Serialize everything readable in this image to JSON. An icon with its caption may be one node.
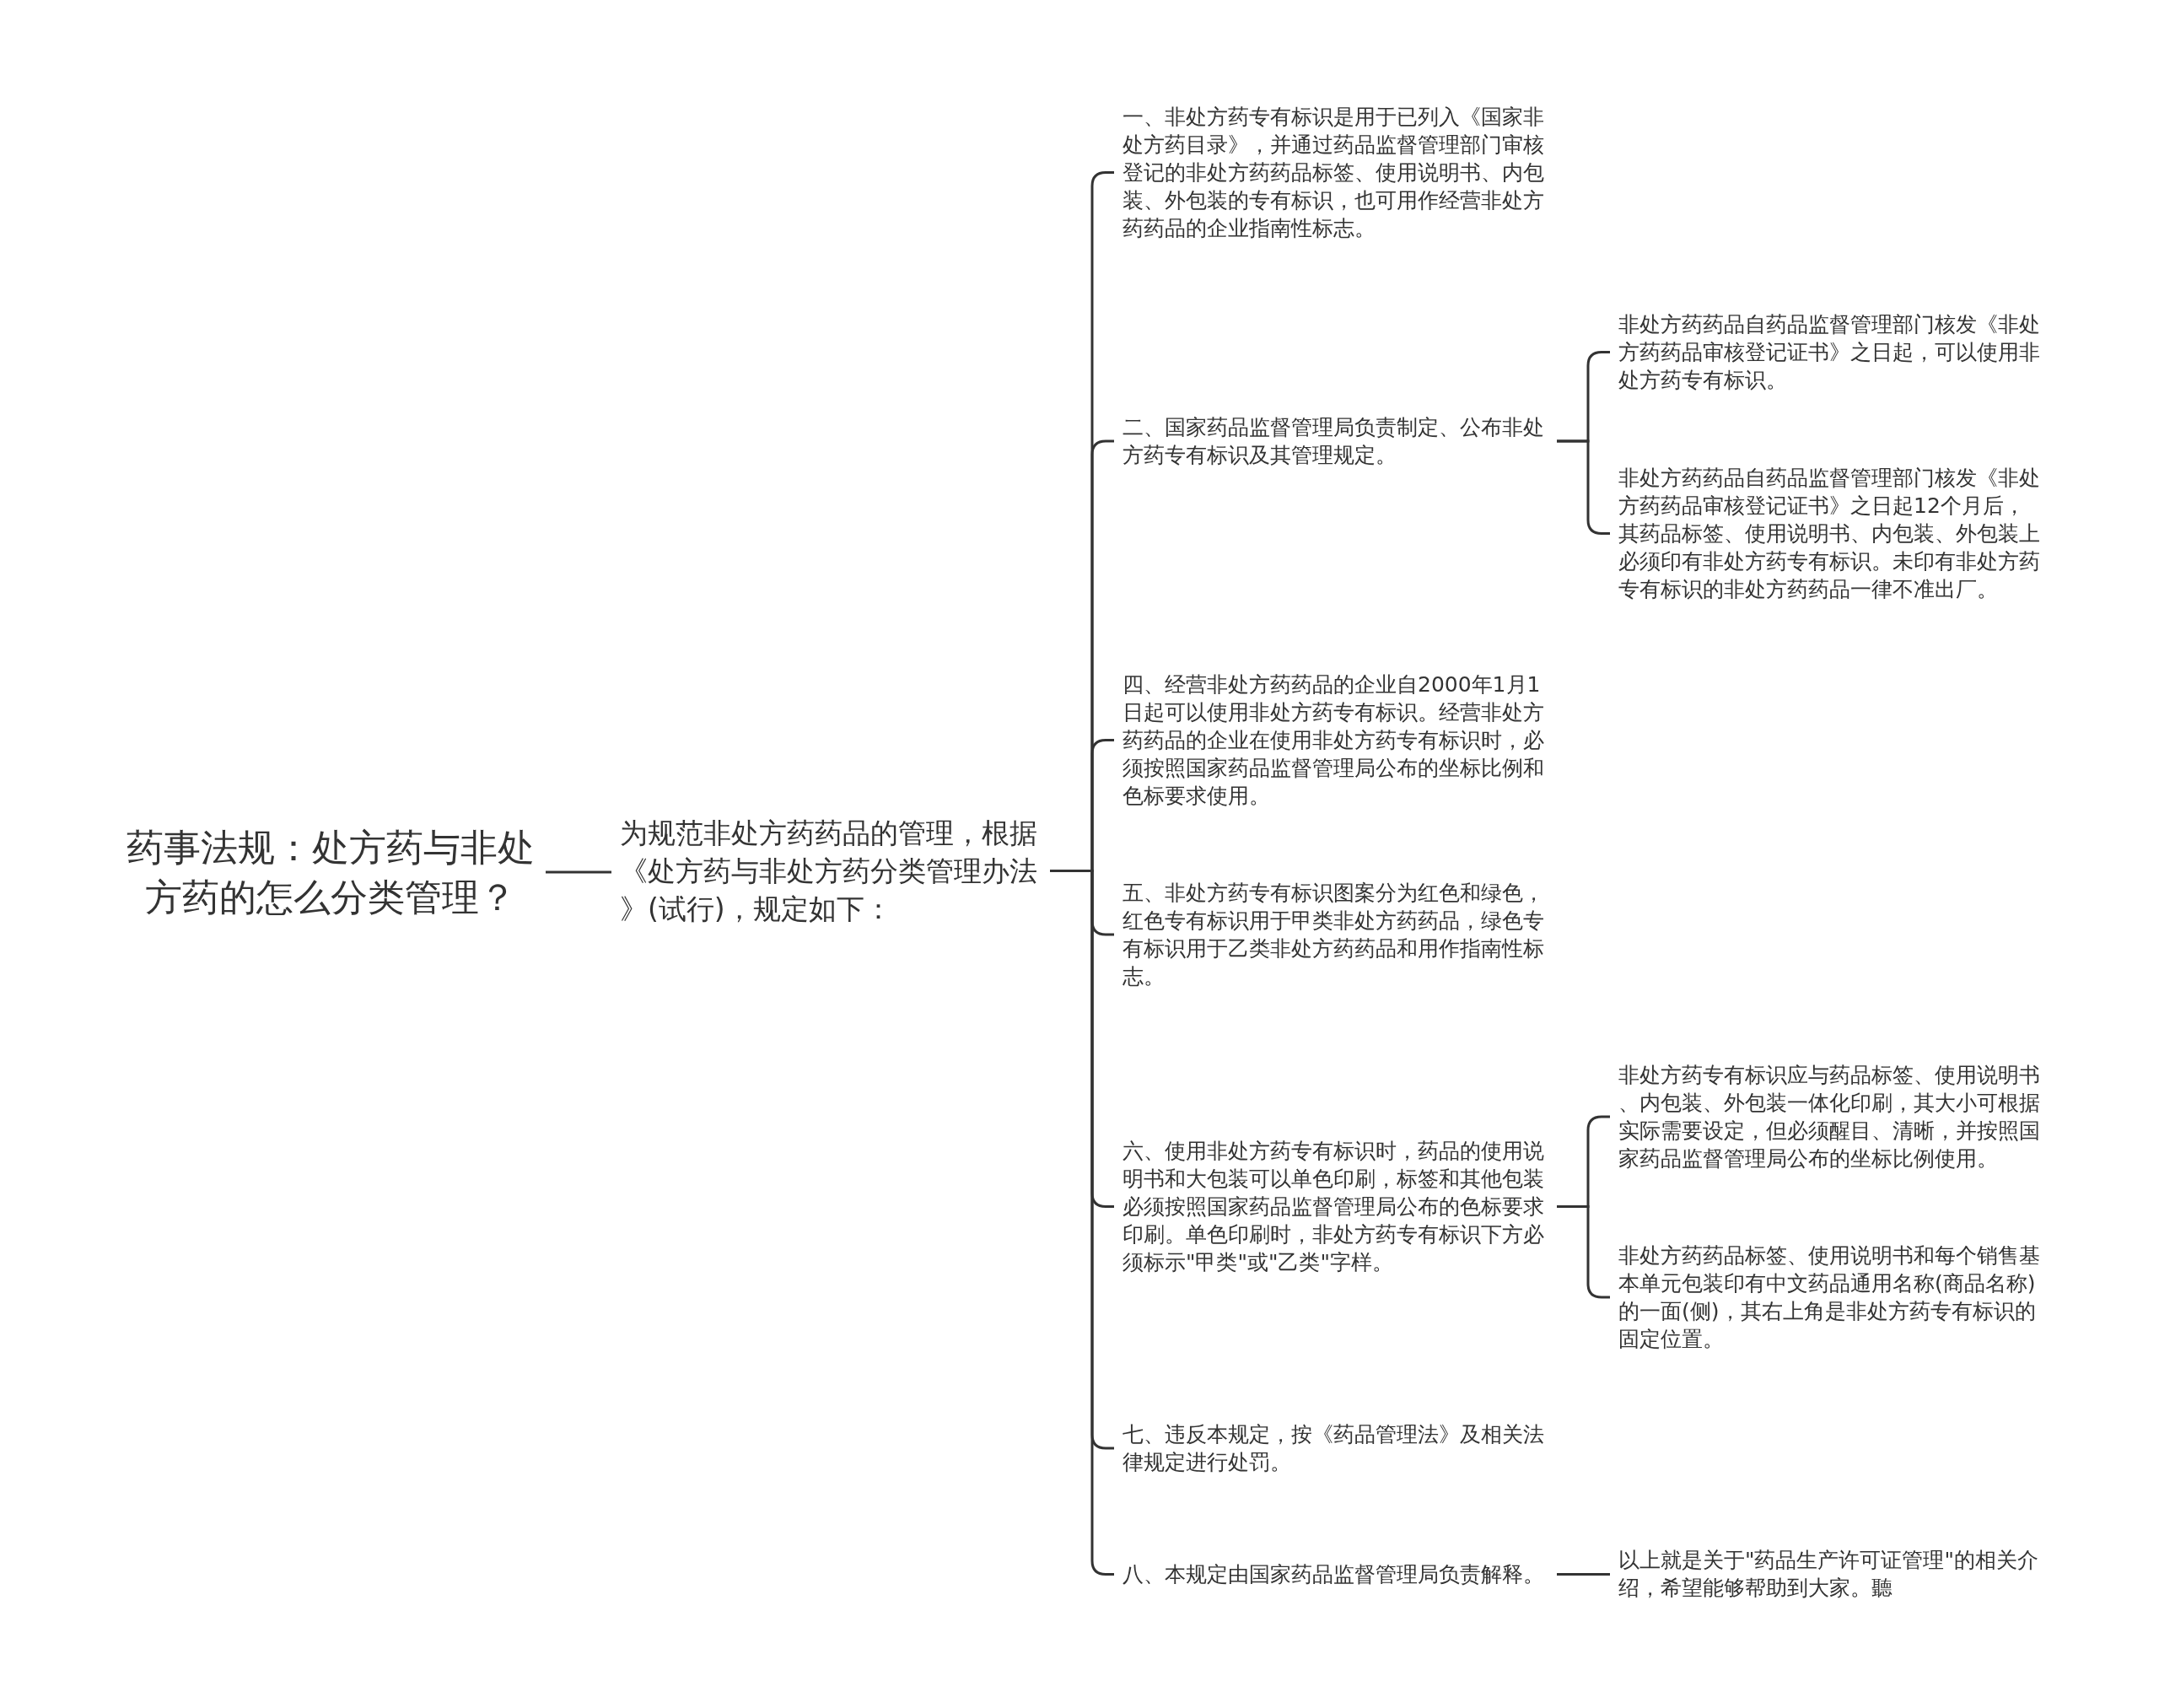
{
  "diagram": {
    "nodes": [
      {
        "text": [
          "药事法规：处方药与非处方药的怎么分类管理？"
        ]
      },
      {
        "text": [
          "为规范非处方药药品的管理，根据《处方药与非处方药分类管理办法》(试行)，规定如下："
        ]
      },
      {
        "text": [
          "一、非处方药专有标识是用于已列入《国家非处方药目录》，并通过药品监督管理部门审核登记的非处方药药品标签、使用说明书、内包装、外包装的专有标识，也可用作经营非处方药药品的企业指南性标志。"
        ]
      },
      {
        "text": [
          "二、国家药品监督管理局负责制定、公布非处方药专有标识及其管理规定。"
        ]
      },
      {
        "text": [
          "非处方药药品自药品监督管理部门核发《非处方药药品审核登记证书》之日起，可以使用非处方药专有标识。"
        ]
      },
      {
        "text": [
          "非处方药药品自药品监督管理部门核发《非处方药药品审核登记证书》之日起12个月后，其药品标签、使用说明书、内包装、外包装上必须印有非处方药专有标识。未印有非处方药专有标识的非处方药药品一律不准出厂。"
        ]
      },
      {
        "text": [
          "四、经营非处方药药品的企业自2000年1月1日起可以使用非处方药专有标识。经营非处方药药品的企业在使用非处方药专有标识时，必须按照国家药品监督管理局公布的坐标比例和色标要求使用。"
        ]
      },
      {
        "text": [
          "五、非处方药专有标识图案分为红色和绿色，红色专有标识用于甲类非处方药药品，绿色专有标识用于乙类非处方药药品和用作指南性标志。"
        ]
      },
      {
        "text": [
          "六、使用非处方药专有标识时，药品的使用说明书和大包装可以单色印刷，标签和其他包装必须按照国家药品监督管理局公布的色标要求印刷。单色印刷时，非处方药专有标识下方必须标示\"甲类\"或\"乙类\"字样。"
        ]
      },
      {
        "text": [
          "非处方药专有标识应与药品标签、使用说明书、内包装、外包装一体化印刷，其大小可根据实际需要设定，但必须醒目、清晰，并按照国家药品监督管理局公布的坐标比例使用。"
        ]
      },
      {
        "text": [
          "非处方药药品标签、使用说明书和每个销售基本单元包装印有中文药品通用名称(商品名称)的一面(侧)，其右上角是非处方药专有标识的固定位置。"
        ]
      },
      {
        "text": [
          "七、违反本规定，按《药品管理法》及相关法律规定进行处罚。"
        ]
      },
      {
        "text": [
          "八、本规定由国家药品监督管理局负责解释。"
        ]
      },
      {
        "text": [
          "以上就是关于\"药品生产许可证管理\"的相关介绍，希望能够帮助到大家。聽"
        ]
      }
    ],
    "edges": [
      {
        "from": 0,
        "to": 1,
        "arrow": "none"
      },
      {
        "from": 1,
        "to": 2,
        "arrow": "none"
      },
      {
        "from": 1,
        "to": 3,
        "arrow": "none"
      },
      {
        "from": 3,
        "to": 4,
        "arrow": "none"
      },
      {
        "from": 3,
        "to": 5,
        "arrow": "none"
      },
      {
        "from": 1,
        "to": 6,
        "arrow": "none"
      },
      {
        "from": 1,
        "to": 7,
        "arrow": "none"
      },
      {
        "from": 1,
        "to": 8,
        "arrow": "none"
      },
      {
        "from": 8,
        "to": 9,
        "arrow": "none"
      },
      {
        "from": 8,
        "to": 10,
        "arrow": "none"
      },
      {
        "from": 1,
        "to": 11,
        "arrow": "none"
      },
      {
        "from": 1,
        "to": 12,
        "arrow": "none"
      },
      {
        "from": 12,
        "to": 13,
        "arrow": "none"
      }
    ]
  }
}
